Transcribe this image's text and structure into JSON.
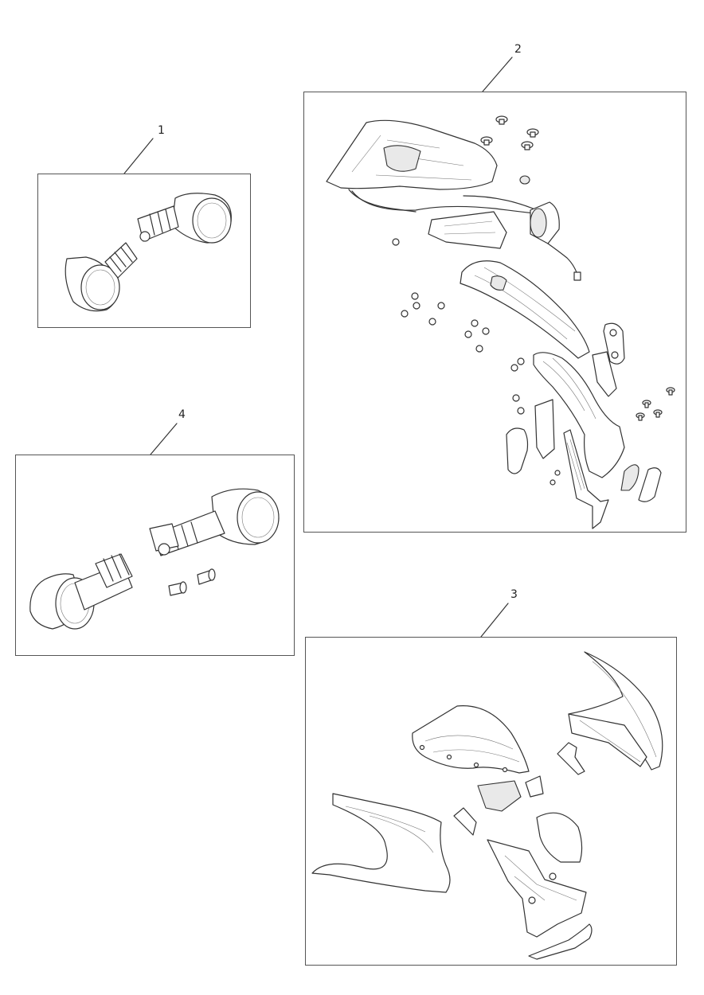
{
  "callouts": {
    "c1": "1",
    "c2": "2",
    "c3": "3",
    "c4": "4"
  },
  "icons": {
    "panel1": "indicator-pair-icon",
    "panel2": "tail-tidy-assembly-icon",
    "panel3": "fly-screen-fairing-icon",
    "panel4": "indicator-pair-long-stalk-icon"
  }
}
